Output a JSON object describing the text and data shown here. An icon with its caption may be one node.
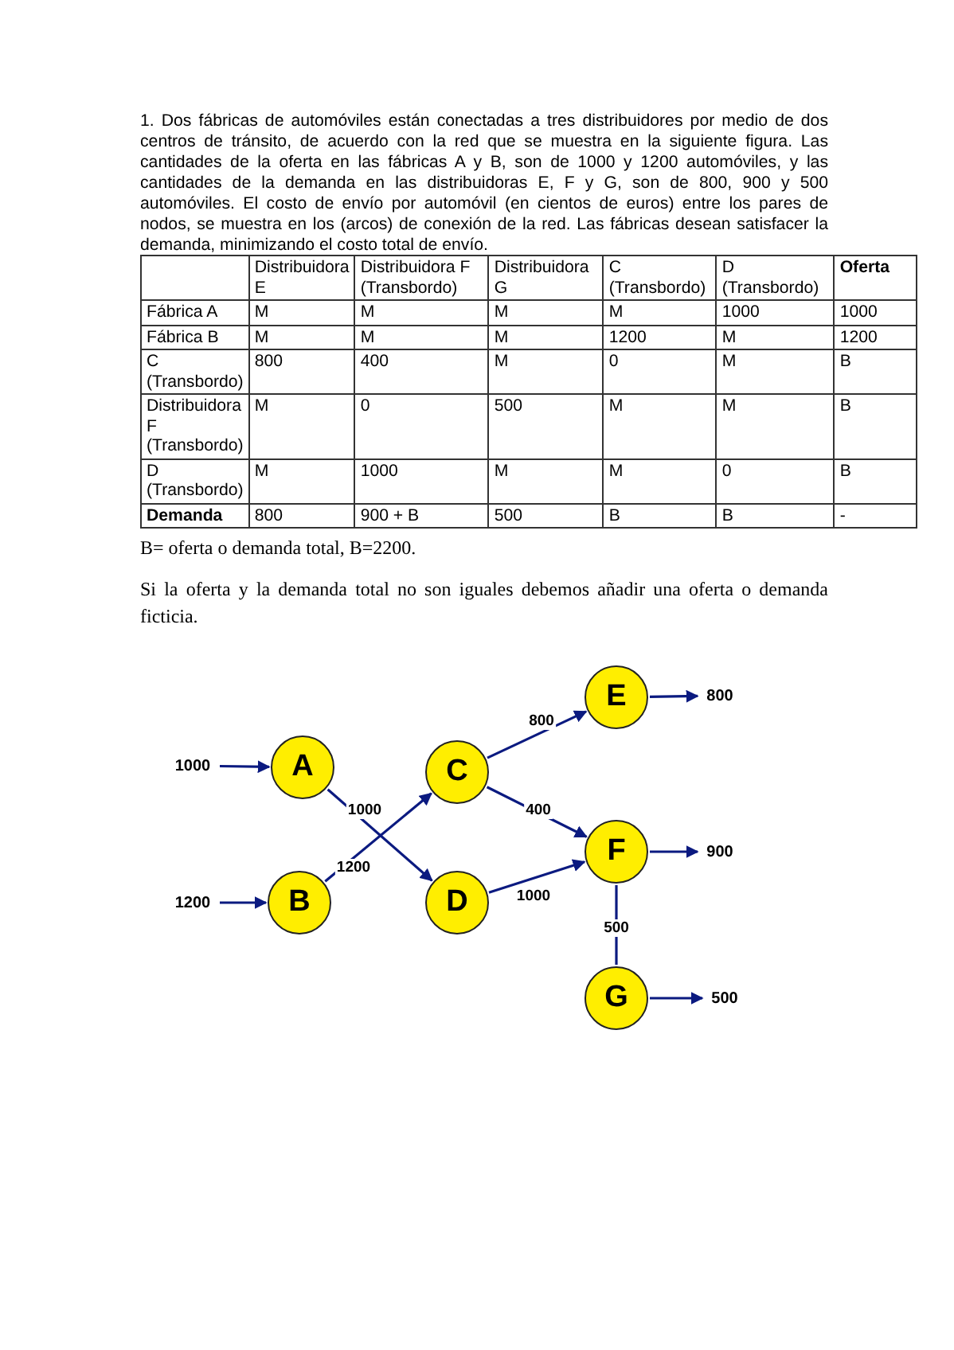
{
  "diagram": {
    "nodes": [
      {
        "text": [
          "1000"
        ]
      },
      {
        "text": [
          "A"
        ]
      },
      {
        "text": [
          "1200"
        ]
      },
      {
        "text": [
          "B"
        ]
      },
      {
        "text": [
          "C"
        ]
      },
      {
        "text": [
          "D"
        ]
      },
      {
        "text": [
          "E"
        ]
      },
      {
        "text": [
          "800"
        ]
      },
      {
        "text": [
          "F"
        ]
      },
      {
        "text": [
          "900"
        ]
      },
      {
        "text": [
          "G"
        ]
      },
      {
        "text": [
          "500"
        ]
      }
    ],
    "edges": [
      {
        "from": 0,
        "to": 1,
        "arrow": "to"
      },
      {
        "from": 2,
        "to": 3,
        "arrow": "to"
      },
      {
        "from": 1,
        "to": 5,
        "arrow": "to",
        "label": "1000"
      },
      {
        "from": 3,
        "to": 4,
        "arrow": "to",
        "label": "1200"
      },
      {
        "from": 4,
        "to": 6,
        "arrow": "to",
        "label": "800"
      },
      {
        "from": 4,
        "to": 8,
        "arrow": "to",
        "label": "400"
      },
      {
        "from": 5,
        "to": 8,
        "arrow": "to",
        "label": "1000"
      },
      {
        "from": 8,
        "to": 10,
        "arrow": "none",
        "label": "500"
      },
      {
        "from": 6,
        "to": 7,
        "arrow": "to"
      },
      {
        "from": 8,
        "to": 9,
        "arrow": "to"
      },
      {
        "from": 10,
        "to": 11,
        "arrow": "to"
      }
    ],
    "labels": [
      "1. Dos fábricas de automóviles están conectadas a tres distribuidores por medio de dos centros de tránsito, de acuerdo con la red que se muestra en la siguiente figura. Las cantidades de la oferta en las fábricas A y B, son de 1000 y 1200 automóviles, y las cantidades de la demanda en las distribuidoras E, F y G, son de 800, 900 y 500 automóviles. El costo de envío por automóvil (en cientos de euros) entre los pares de nodos, se muestra en los (arcos) de conexión de la red. Las fábricas desean satisfacer la demanda, minimizando el costo total de envío.",
      "Distribuidora E",
      "Distribuidora F (Transbordo)",
      "Distribuidora G",
      "C (Transbordo)",
      "D (Transbordo)",
      "Oferta",
      "Fábrica A",
      "M",
      "M",
      "M",
      "M",
      "1000",
      "1000",
      "Fábrica B",
      "M",
      "M",
      "M",
      "1200",
      "M",
      "1200",
      "C (Transbordo)",
      "800",
      "400",
      "M",
      "0",
      "M",
      "B",
      "Distribuidora F (Transbordo)",
      "M",
      "0",
      "500",
      "M",
      "M",
      "B",
      "D (Transbordo)",
      "M",
      "1000",
      "M",
      "M",
      "0",
      "B",
      "Demanda",
      "800",
      "900 + B",
      "500",
      "B",
      "B",
      "-",
      "B= oferta o demanda total, B=2200.",
      "Si la oferta y la demanda total no son iguales debemos añadir una oferta o demanda ficticia."
    ]
  }
}
